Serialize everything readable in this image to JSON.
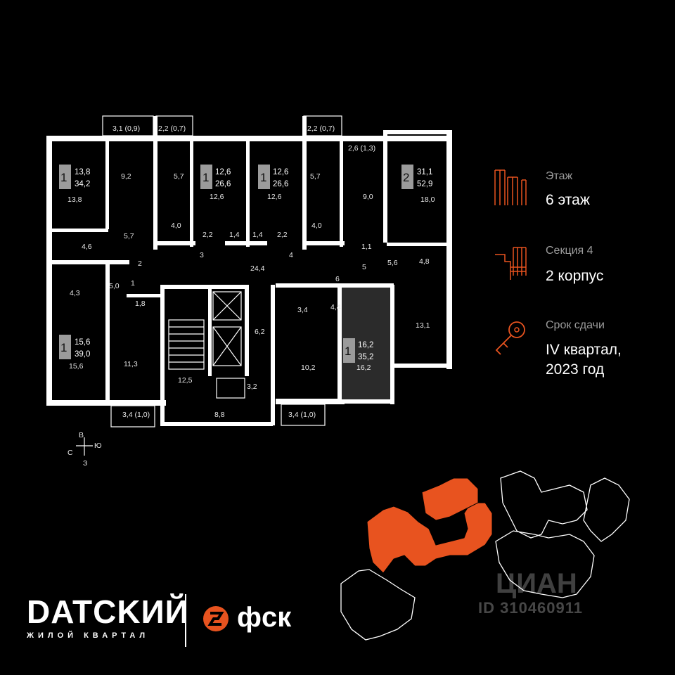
{
  "info": {
    "floor_title": "Этаж",
    "floor_value": "6 этаж",
    "section_title": "Секция 4",
    "section_value": "2 корпус",
    "deadline_title": "Срок сдачи",
    "deadline_value_line1": "IV квартал,",
    "deadline_value_line2": "2023 год",
    "accent_color": "#e8531f"
  },
  "brand": {
    "name": "DATCKИЙ",
    "tagline": "ЖИЛОЙ КВАРТАЛ",
    "developer": "фск"
  },
  "watermark": {
    "name": "ЦИАН",
    "id": "ID 310460911"
  },
  "compass": {
    "n": "В",
    "w": "С",
    "e": "Ю",
    "s": "З"
  },
  "apartments": [
    {
      "rooms": "1",
      "living": "13,8",
      "total": "34,2"
    },
    {
      "rooms": "1",
      "living": "12,6",
      "total": "26,6"
    },
    {
      "rooms": "1",
      "living": "12,6",
      "total": "26,6"
    },
    {
      "rooms": "2",
      "living": "31,1",
      "total": "52,9"
    },
    {
      "rooms": "1",
      "living": "15,6",
      "total": "39,0"
    },
    {
      "rooms": "1",
      "living": "16,2",
      "total": "35,2"
    }
  ],
  "areas": {
    "a1": "3,1 (0,9)",
    "a2": "2,2 (0,7)",
    "a3": "2,2 (0,7)",
    "a4": "2,6 (1,3)",
    "a5": "9,2",
    "a6": "13,8",
    "a7": "5,7",
    "a8": "12,6",
    "a9": "12,6",
    "a10": "5,7",
    "a11": "9,0",
    "a12": "18,0",
    "a13": "4,0",
    "a14": "4,0",
    "a15": "5,7",
    "a16": "4,6",
    "a17": "2,2",
    "a18": "1,4",
    "a19": "1,4",
    "a20": "2,2",
    "a21": "1,1",
    "a22": "24,4",
    "a23": "5,6",
    "a24": "4,8",
    "a25": "4,3",
    "a26": "5,0",
    "a27": "1,8",
    "a28": "3,4",
    "a29": "4,4",
    "a30": "6,2",
    "a31": "13,1",
    "a32": "15,6",
    "a33": "11,3",
    "a34": "12,5",
    "a35": "3,2",
    "a36": "10,2",
    "a37": "16,2",
    "a38": "8,8",
    "a39": "3,4 (1,0)",
    "a40": "3,4 (1,0)"
  },
  "doors": {
    "d1": "2",
    "d2": "1",
    "d3": "3",
    "d4": "4",
    "d5": "6",
    "d6": "5"
  }
}
